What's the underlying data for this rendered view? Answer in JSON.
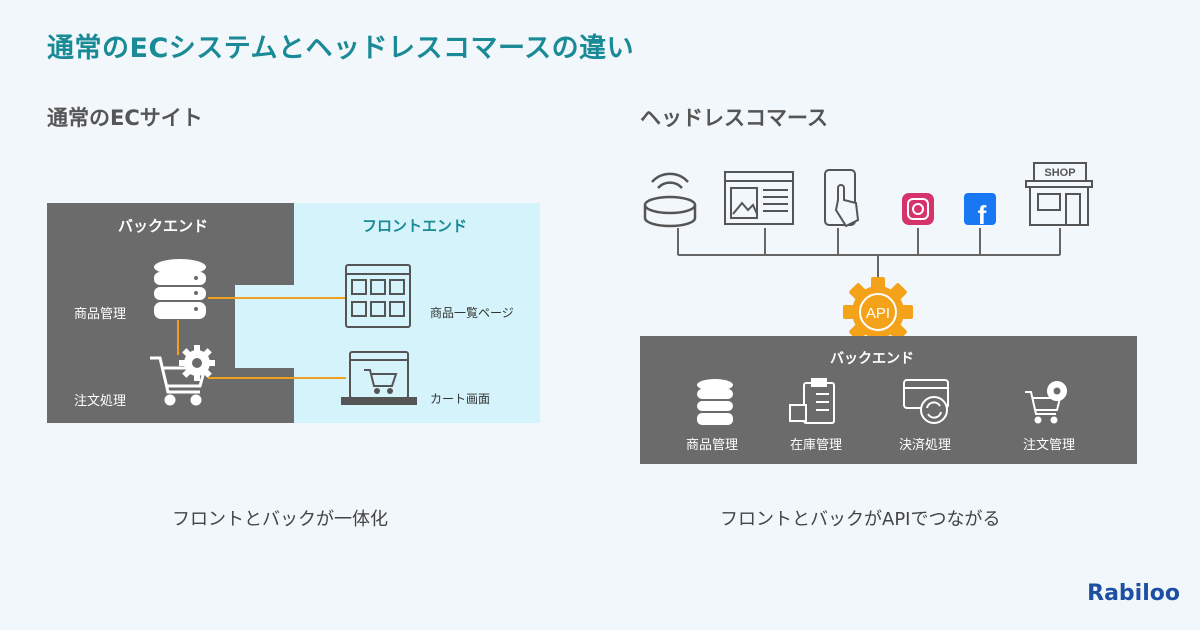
{
  "title": "通常のECシステムとヘッドレスコマースの違い",
  "left": {
    "heading": "通常のECサイト",
    "backend_label": "バックエンド",
    "frontend_label": "フロントエンド",
    "item_product_mgmt": "商品管理",
    "item_order_processing": "注文処理",
    "item_product_list_page": "商品一覧ページ",
    "item_cart_screen": "カート画面",
    "caption": "フロントとバックが一体化"
  },
  "right": {
    "heading": "ヘッドレスコマース",
    "api_label": "API",
    "backend_label": "バックエンド",
    "shop_label": "SHOP",
    "items": [
      "商品管理",
      "在庫管理",
      "決済処理",
      "注文管理"
    ],
    "caption": "フロントとバックがAPIでつながる"
  },
  "brand": "Rabiloo",
  "colors": {
    "title": "#1a8a96",
    "dark_panel": "#6b6b6b",
    "front_panel": "#d4f3fa",
    "connector": "#f0a020",
    "api_gear": "#f5a21b",
    "brand": "#1d4fa3"
  },
  "icons": [
    "database-icon",
    "cart-gear-icon",
    "product-grid-icon",
    "laptop-cart-icon",
    "smart-speaker-icon",
    "browser-icon",
    "smartphone-touch-icon",
    "instagram-icon",
    "facebook-icon",
    "shop-icon",
    "api-gear-icon",
    "inventory-icon",
    "payment-icon",
    "order-mgmt-icon"
  ]
}
